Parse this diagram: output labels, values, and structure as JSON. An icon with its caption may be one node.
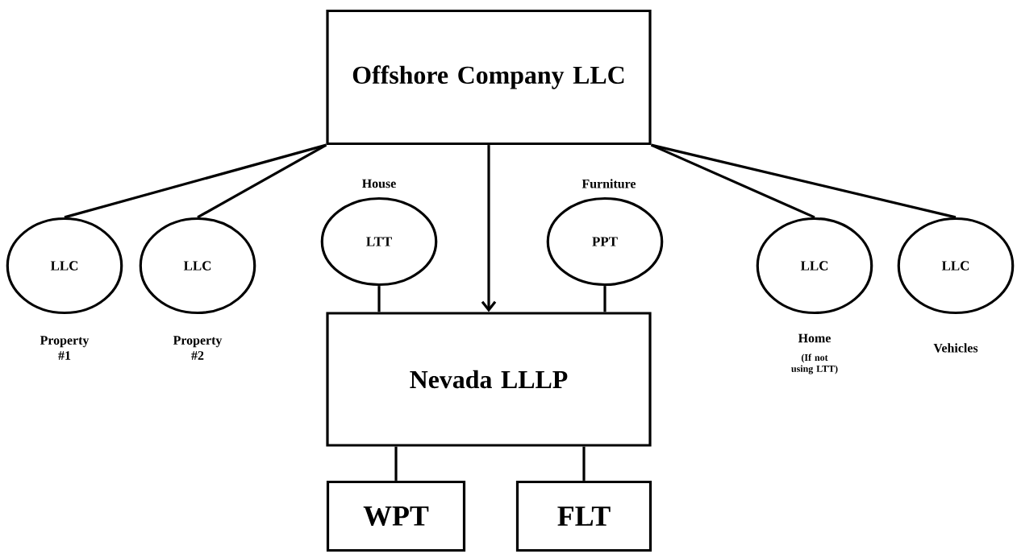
{
  "diagram": {
    "nodes": [
      {
        "text": [
          "Offshore Company LLC"
        ]
      },
      {
        "text": [
          "LLC"
        ],
        "beside": [
          "Property #1"
        ]
      },
      {
        "text": [
          "LLC"
        ],
        "beside": [
          "Property #2"
        ]
      },
      {
        "text": [
          "LTT"
        ],
        "beside": [
          "House"
        ]
      },
      {
        "text": [
          "PPT"
        ],
        "beside": [
          "Furniture"
        ]
      },
      {
        "text": [
          "Nevada LLLP"
        ]
      },
      {
        "text": [
          "LLC"
        ],
        "beside": [
          "Home",
          "(If not using LTT)"
        ]
      },
      {
        "text": [
          "LLC"
        ],
        "beside": [
          "Vehicles"
        ]
      },
      {
        "text": [
          "WPT"
        ]
      },
      {
        "text": [
          "FLT"
        ]
      }
    ],
    "edges": [
      {
        "from": 0,
        "to": 1,
        "arrow": "none"
      },
      {
        "from": 0,
        "to": 2,
        "arrow": "none"
      },
      {
        "from": 0,
        "to": 5,
        "arrow": "to"
      },
      {
        "from": 0,
        "to": 6,
        "arrow": "none"
      },
      {
        "from": 0,
        "to": 7,
        "arrow": "none"
      },
      {
        "from": 3,
        "to": 5,
        "arrow": "none"
      },
      {
        "from": 4,
        "to": 5,
        "arrow": "none"
      },
      {
        "from": 5,
        "to": 8,
        "arrow": "none"
      },
      {
        "from": 5,
        "to": 9,
        "arrow": "none"
      }
    ]
  }
}
